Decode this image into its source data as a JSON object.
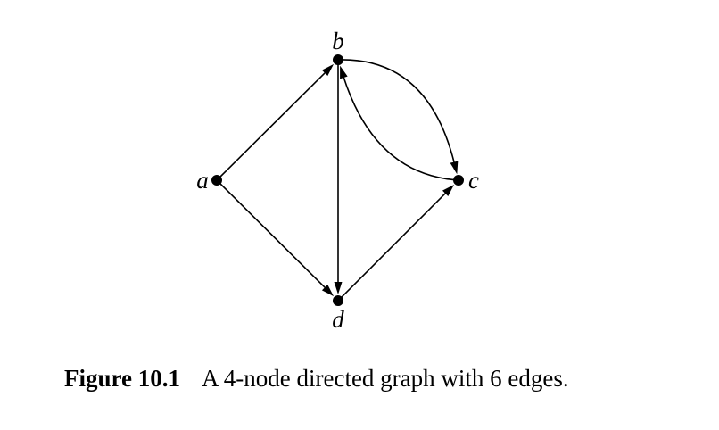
{
  "diagram": {
    "nodes": [
      {
        "id": "a",
        "label": "a"
      },
      {
        "id": "b",
        "label": "b"
      },
      {
        "id": "c",
        "label": "c"
      },
      {
        "id": "d",
        "label": "d"
      }
    ],
    "edges": [
      {
        "from": "a",
        "to": "b"
      },
      {
        "from": "a",
        "to": "d"
      },
      {
        "from": "b",
        "to": "d"
      },
      {
        "from": "b",
        "to": "c"
      },
      {
        "from": "c",
        "to": "b"
      },
      {
        "from": "d",
        "to": "c"
      }
    ]
  },
  "caption": {
    "label": "Figure 10.1",
    "text": "A 4-node directed graph with 6 edges."
  },
  "colors": {
    "ink": "#000000",
    "background": "#ffffff"
  }
}
